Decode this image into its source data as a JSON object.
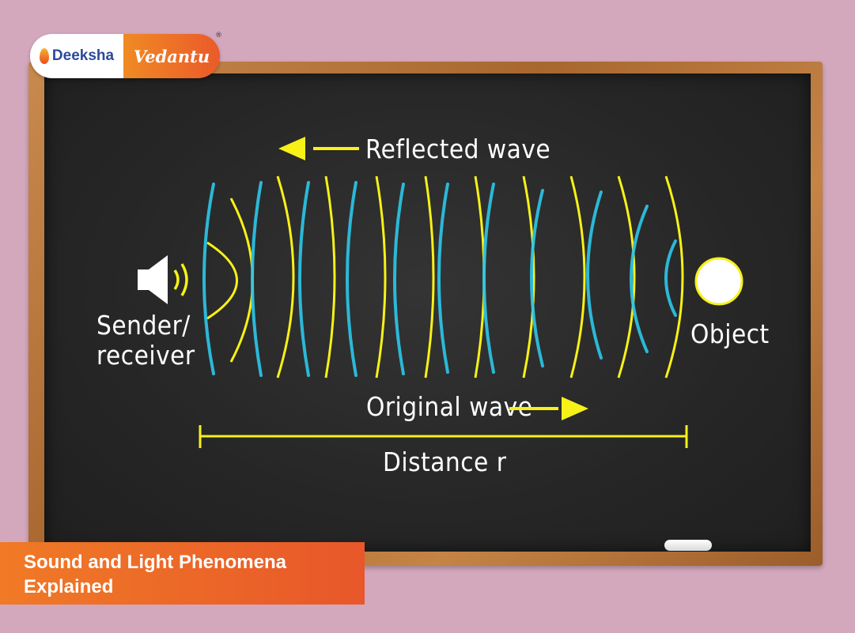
{
  "diagram": {
    "labels": {
      "reflected": "Reflected wave",
      "original": "Original wave",
      "distance": "Distance r",
      "sender_line1": "Sender/",
      "sender_line2": "receiver",
      "object": "Object"
    },
    "colors": {
      "board": "#262626",
      "original_wave": "#f7f118",
      "reflected_wave": "#2cc4e6",
      "chalk_text": "#ffffff",
      "frame": "#b87440"
    },
    "icons": {
      "sender": "speaker-icon",
      "object": "circle-object"
    }
  },
  "brand": {
    "left": "Deeksha",
    "right": "Vedantu",
    "registered": "®"
  },
  "caption": {
    "text": "Sound and Light Phenomena\nExplained"
  }
}
